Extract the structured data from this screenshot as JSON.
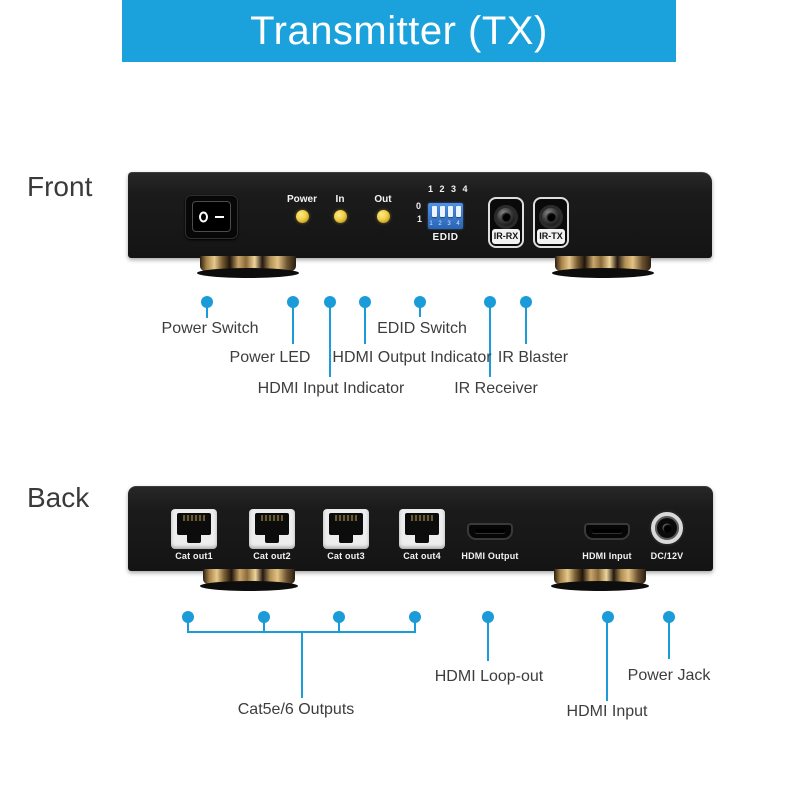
{
  "header": {
    "title": "Transmitter (TX)"
  },
  "colors": {
    "header_bg": "#1ba1dc",
    "callout_accent": "#1b9cd8",
    "led_yellow": "#f0cf45",
    "dip_blue": "#3a7fd0"
  },
  "front": {
    "section_label": "Front",
    "device": {
      "power_switch": {
        "off_symbol": "O",
        "on_symbol": "—"
      },
      "leds": [
        {
          "label": "Power"
        },
        {
          "label": "In"
        },
        {
          "label": "Out"
        }
      ],
      "edid_switch": {
        "numbers": "1 2 3 4",
        "position_top": "0",
        "position_bottom": "1",
        "mini_numbers": "1 2 3 4",
        "label": "EDID"
      },
      "ir_ports": [
        {
          "label": "IR-RX"
        },
        {
          "label": "IR-TX"
        }
      ]
    },
    "callouts": [
      {
        "label": "Power Switch"
      },
      {
        "label": "Power LED"
      },
      {
        "label": "HDMI Input Indicator"
      },
      {
        "label": "HDMI Output Indicator"
      },
      {
        "label": "EDID Switch"
      },
      {
        "label": "IR Receiver"
      },
      {
        "label": "IR Blaster"
      }
    ]
  },
  "back": {
    "section_label": "Back",
    "device": {
      "cat_ports": [
        {
          "label": "Cat out1"
        },
        {
          "label": "Cat out2"
        },
        {
          "label": "Cat out3"
        },
        {
          "label": "Cat out4"
        }
      ],
      "hdmi_ports": [
        {
          "label": "HDMI Output"
        },
        {
          "label": "HDMI Input"
        }
      ],
      "dc_jack": {
        "label": "DC/12V"
      }
    },
    "callouts": [
      {
        "label": "Cat5e/6 Outputs"
      },
      {
        "label": "HDMI Loop-out"
      },
      {
        "label": "HDMI Input"
      },
      {
        "label": "Power Jack"
      }
    ]
  }
}
